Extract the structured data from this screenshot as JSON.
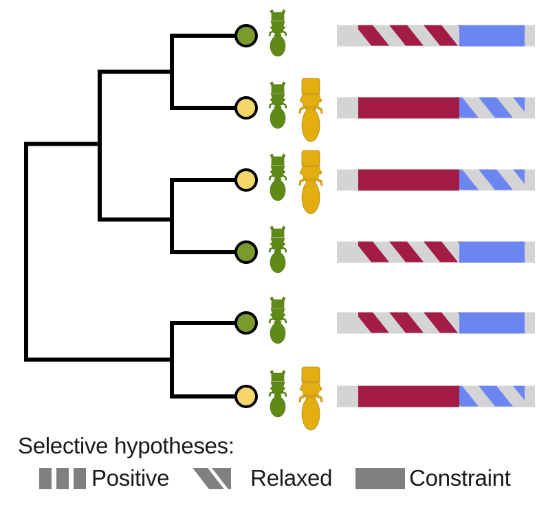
{
  "colors": {
    "tree_line": "#000000",
    "node_green": "#7a9a2e",
    "node_yellow": "#f5d66b",
    "ant_green": "#5f8a16",
    "ant_yellow": "#e2ae10",
    "bar_background": "#d4d4d6",
    "positive_red": "#a31c46",
    "constraint_blue": "#6b86f0",
    "legend_grey": "#808083"
  },
  "tree": {
    "tips": [
      {
        "id": "tip-1",
        "trait": "green",
        "castes": [
          "green"
        ],
        "first_segment": {
          "color": "red",
          "pattern": "relaxed"
        },
        "second_segment": {
          "color": "blue",
          "pattern": "constraint"
        }
      },
      {
        "id": "tip-2",
        "trait": "yellow",
        "castes": [
          "green",
          "yellow"
        ],
        "first_segment": {
          "color": "red",
          "pattern": "constraint"
        },
        "second_segment": {
          "color": "blue",
          "pattern": "relaxed"
        }
      },
      {
        "id": "tip-3",
        "trait": "yellow",
        "castes": [
          "green",
          "yellow"
        ],
        "first_segment": {
          "color": "red",
          "pattern": "constraint"
        },
        "second_segment": {
          "color": "blue",
          "pattern": "relaxed"
        }
      },
      {
        "id": "tip-4",
        "trait": "green",
        "castes": [
          "green"
        ],
        "first_segment": {
          "color": "red",
          "pattern": "relaxed"
        },
        "second_segment": {
          "color": "blue",
          "pattern": "constraint"
        }
      },
      {
        "id": "tip-5",
        "trait": "green",
        "castes": [
          "green"
        ],
        "first_segment": {
          "color": "red",
          "pattern": "relaxed"
        },
        "second_segment": {
          "color": "blue",
          "pattern": "constraint"
        }
      },
      {
        "id": "tip-6",
        "trait": "yellow",
        "castes": [
          "green",
          "yellow"
        ],
        "first_segment": {
          "color": "red",
          "pattern": "constraint"
        },
        "second_segment": {
          "color": "blue",
          "pattern": "relaxed"
        }
      }
    ],
    "topology": "(((tip-1,tip-2),(tip-3,tip-4)),(tip-5,tip-6))"
  },
  "legend": {
    "title": "Selective hypotheses:",
    "items": [
      {
        "label": "Positive",
        "pattern": "positive"
      },
      {
        "label": "Relaxed",
        "pattern": "relaxed"
      },
      {
        "label": "Constraint",
        "pattern": "constraint"
      }
    ]
  }
}
